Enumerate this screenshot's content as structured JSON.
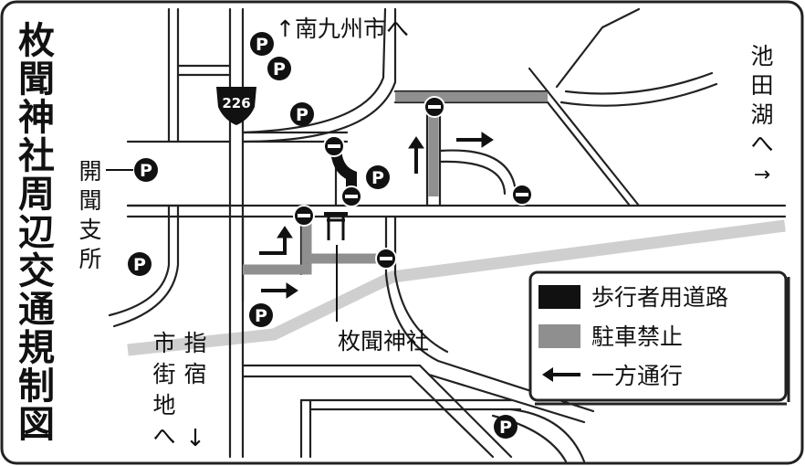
{
  "title": "枚聞神社周辺交通規制図",
  "colors": {
    "background": "#ffffff",
    "road_line": "#222222",
    "parking_closed": "#8f8f8f",
    "pedestrian_only": "#111111",
    "rail": "#cfcfcf"
  },
  "icons": {
    "parking": "parking-icon",
    "no_entry": "no-entry-icon",
    "shrine": "torii-gate-icon",
    "route_shield": "national-route-shield-icon",
    "one_way": "one-way-arrow-icon"
  },
  "labels": {
    "north": "↑南九州市へ",
    "east_line1": "池",
    "east_line2": "田",
    "east_line3": "湖",
    "east_line4": "へ",
    "east_arrow": "→",
    "branch_line1": "開",
    "branch_line2": "聞",
    "branch_line3": "支",
    "branch_line4": "所",
    "south_a1": "市",
    "south_a2": "街",
    "south_a3": "地",
    "south_a4": "へ",
    "south_b1": "指",
    "south_b2": "宿",
    "south_arrow": "↓",
    "shrine": "枚聞神社",
    "route_number": "226",
    "parking_mark": "P"
  },
  "legend": {
    "pedestrian": "歩行者用道路",
    "no_parking": "駐車禁止",
    "one_way": "一方通行"
  }
}
